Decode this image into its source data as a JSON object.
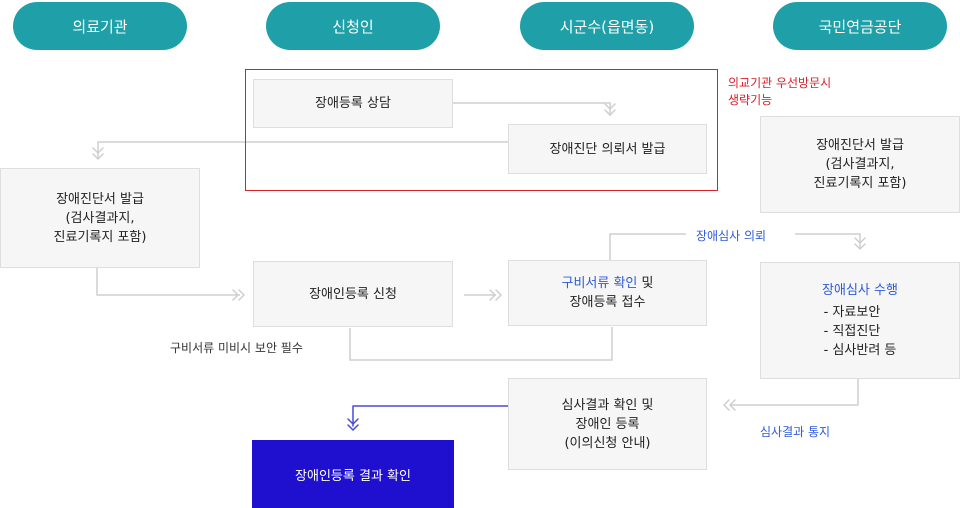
{
  "columns": [
    "의료기관",
    "신청인",
    "시군수(읍면동)",
    "국민연금공단"
  ],
  "boxes": {
    "consult": "장애등록 상담",
    "issue_opinion": "장애진단 의뢰서 발급",
    "hospital_diag": [
      "장애진단서 발급",
      "(검사결과지,",
      "진료기록지 포함)"
    ],
    "nps_diag": [
      "장애진단서 발급",
      "(검사결과지,",
      "진료기록지 포함)"
    ],
    "apply": "장애인등록 신청",
    "docs_check_blue": "구비서류 확인",
    "docs_check_rest": " 및",
    "docs_receive": "장애등록 접수",
    "review_title": "장애심사 수행",
    "review_items": [
      "- 자료보안",
      "- 직접진단",
      "- 심사반려 등"
    ],
    "result_confirm": [
      "심사결과 확인 및",
      "장애인 등록",
      "(이의신청 안내)"
    ],
    "final": "장애인등록 결과 확인"
  },
  "notes": {
    "red_note": [
      "의교기관 우선방문시",
      "생략기능"
    ],
    "review_request": "장애심사 의뢰",
    "supplement": "구비서류 미비시 보안 필수",
    "result_notice": "심사결과 통지"
  },
  "colors": {
    "header_pill": "#1fa0a8",
    "red_frame": "#d8202a",
    "blue_text": "#2d5bd8",
    "final_box": "#1f0fcf",
    "connector": "#cfcfcf",
    "blue_connector": "#4a4ad8"
  }
}
